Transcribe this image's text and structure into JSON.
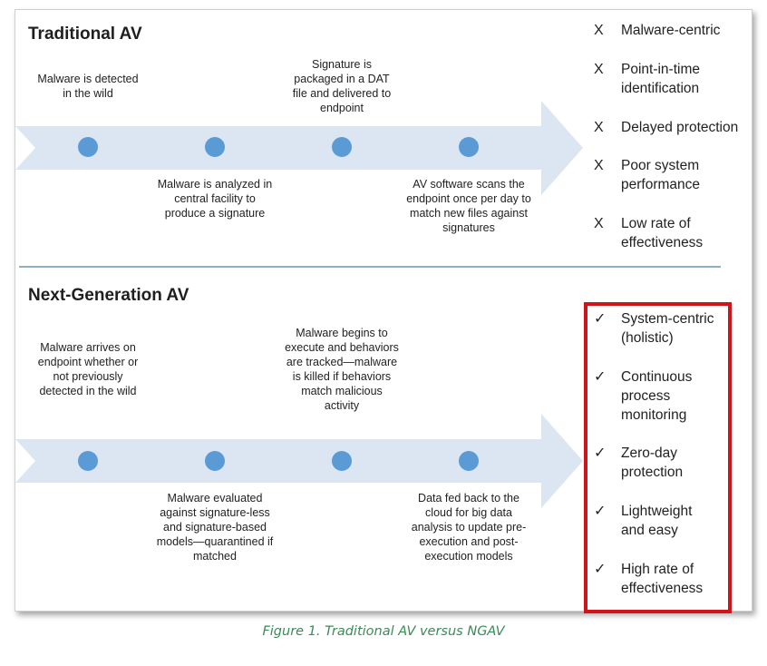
{
  "traditional": {
    "title": "Traditional AV",
    "steps_top": [
      "Malware is detected in the wild",
      "Signature is packaged in a DAT file and delivered to endpoint"
    ],
    "steps_bottom": [
      "Malware is analyzed in central facility to produce a signature",
      "AV software scans the endpoint once per day to match new files against signatures"
    ],
    "marks": [
      {
        "mark": "X",
        "text": "Malware-centric"
      },
      {
        "mark": "X",
        "text": "Point-in-time identification"
      },
      {
        "mark": "X",
        "text": "Delayed protection"
      },
      {
        "mark": "X",
        "text": "Poor system performance"
      },
      {
        "mark": "X",
        "text": "Low rate of effectiveness"
      }
    ]
  },
  "nextgen": {
    "title": "Next-Generation AV",
    "steps_top": [
      "Malware arrives on endpoint whether or not previously detected in the wild",
      "Malware begins to execute and behaviors are tracked—malware is killed if behaviors match malicious activity"
    ],
    "steps_bottom": [
      "Malware evaluated against signature-less and signature-based models—quarantined if matched",
      "Data fed back to the cloud for big data analysis to update pre-execution and post-execution models"
    ],
    "marks": [
      {
        "mark": "✓",
        "text": "System-centric (holistic)"
      },
      {
        "mark": "✓",
        "text": "Continuous process monitoring"
      },
      {
        "mark": "✓",
        "text": "Zero-day protection"
      },
      {
        "mark": "✓",
        "text": "Lightweight and easy"
      },
      {
        "mark": "✓",
        "text": "High rate of effectiveness"
      }
    ]
  },
  "caption": "Figure 1. Traditional AV versus NGAV",
  "colors": {
    "arrow": "#dce6f2",
    "dot": "#5b9bd5",
    "divider": "#8fb0c4",
    "highlight": "#d0141a",
    "caption": "#3b8a57"
  }
}
